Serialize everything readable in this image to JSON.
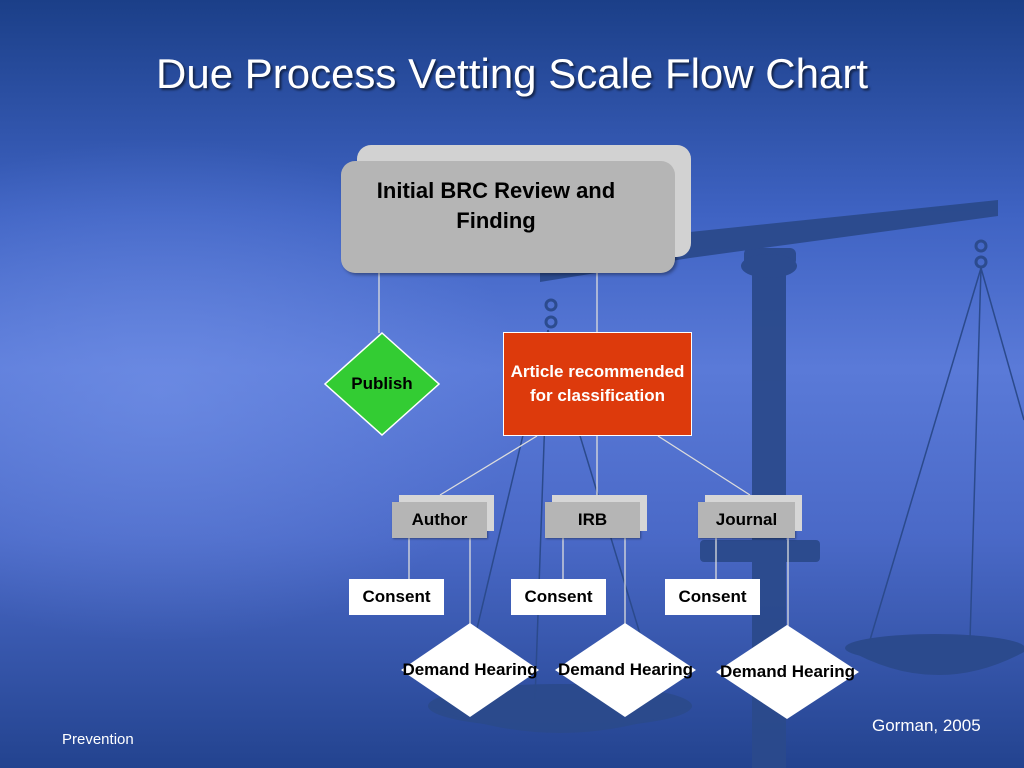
{
  "slide": {
    "title": "Due Process Vetting Scale Flow Chart",
    "footer_left": "Prevention",
    "footer_right": "Gorman, 2005"
  },
  "flowchart": {
    "root": "Initial BRC Review and Finding",
    "publish": "Publish",
    "article": "Article recommended for classification",
    "parties": [
      "Author",
      "IRB",
      "Journal"
    ],
    "consent": [
      "Consent",
      "Consent",
      "Consent"
    ],
    "demand_hearing": [
      "Demand Hearing",
      "Demand Hearing",
      "Demand Hearing"
    ]
  },
  "colors": {
    "box_gray": "#b5b5b5",
    "publish_green": "#33cc33",
    "article_red": "#dd3a0c",
    "connector": "#dddddd",
    "scales": "#2b4a8c"
  },
  "background_image": "scales-of-justice"
}
